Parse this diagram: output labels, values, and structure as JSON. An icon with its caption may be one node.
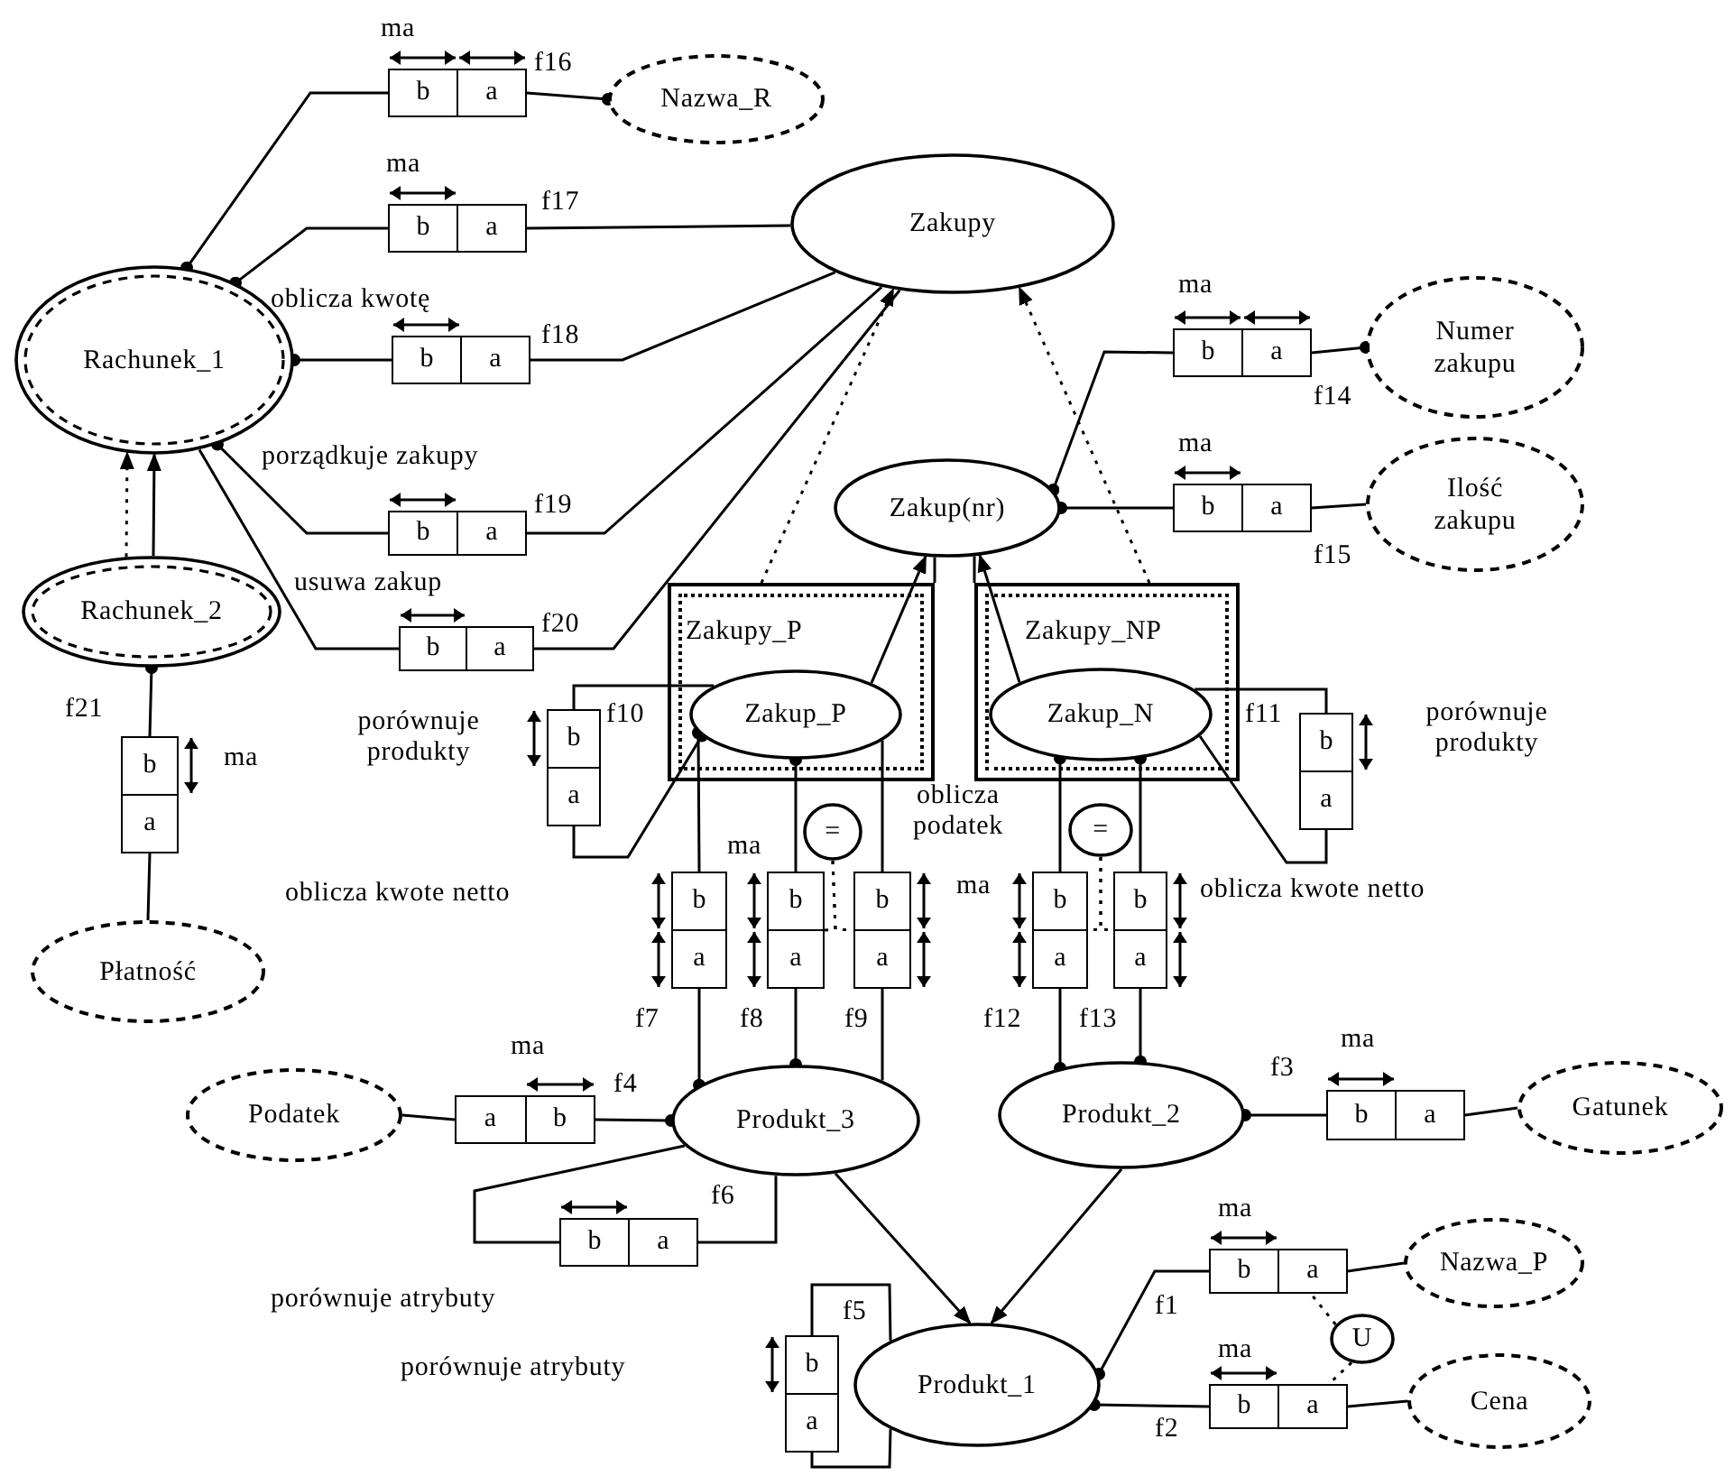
{
  "diagram": {
    "nodes": [
      {
        "text": [
          "Nazwa_R"
        ]
      },
      {
        "text": [
          "b",
          "a"
        ],
        "beside": [
          "ma",
          "f16"
        ]
      },
      {
        "text": [
          "Zakupy"
        ]
      },
      {
        "text": [
          "b",
          "a"
        ],
        "beside": [
          "ma",
          "f17"
        ]
      },
      {
        "text": [
          "Rachunek_1"
        ]
      },
      {
        "text": [
          "b",
          "a"
        ],
        "beside": [
          "f18"
        ]
      },
      {
        "text": [
          "b",
          "a"
        ],
        "beside": [
          "ma",
          "f14"
        ]
      },
      {
        "text": [
          "Numer zakupu"
        ]
      },
      {
        "text": [
          "b",
          "a"
        ],
        "beside": [
          "f19"
        ]
      },
      {
        "text": [
          "Zakup(nr)"
        ]
      },
      {
        "text": [
          "b",
          "a"
        ],
        "beside": [
          "ma",
          "f15"
        ]
      },
      {
        "text": [
          "Ilość zakupu"
        ]
      },
      {
        "text": [
          "b",
          "a"
        ],
        "beside": [
          "f20"
        ]
      },
      {
        "text": [
          "Rachunek_2"
        ]
      },
      {
        "text": [
          "Zakupy_P"
        ]
      },
      {
        "text": [
          "Zakup_P"
        ],
        "in": 14
      },
      {
        "text": [
          "Zakupy_NP"
        ]
      },
      {
        "text": [
          "Zakup_N"
        ],
        "in": 16
      },
      {
        "text": [
          "b",
          "a"
        ],
        "beside": [
          "f10"
        ]
      },
      {
        "text": [
          "b",
          "a"
        ],
        "beside": [
          "f11",
          "porównuje produkty"
        ]
      },
      {
        "text": [
          "b",
          "a"
        ],
        "beside": [
          "f21",
          "ma"
        ]
      },
      {
        "text": [
          "="
        ]
      },
      {
        "text": [
          "="
        ]
      },
      {
        "text": [
          "b",
          "a"
        ],
        "beside": [
          "f7"
        ]
      },
      {
        "text": [
          "b",
          "a"
        ],
        "beside": [
          "ma",
          "f8"
        ]
      },
      {
        "text": [
          "b",
          "a"
        ],
        "beside": [
          "oblicza podatek",
          "f9"
        ]
      },
      {
        "text": [
          "b",
          "a"
        ],
        "beside": [
          "ma",
          "f12"
        ]
      },
      {
        "text": [
          "b",
          "a"
        ],
        "beside": [
          "f13",
          "oblicza kwote netto"
        ]
      },
      {
        "text": [
          "Płatność"
        ]
      },
      {
        "text": [
          "Podatek"
        ]
      },
      {
        "text": [
          "a",
          "b"
        ],
        "beside": [
          "ma",
          "f4"
        ]
      },
      {
        "text": [
          "Produkt_3"
        ]
      },
      {
        "text": [
          "Produkt_2"
        ]
      },
      {
        "text": [
          "b",
          "a"
        ],
        "beside": [
          "f3",
          "ma"
        ]
      },
      {
        "text": [
          "Gatunek"
        ]
      },
      {
        "text": [
          "b",
          "a"
        ],
        "beside": [
          "f6",
          "porównuje atrybuty"
        ]
      },
      {
        "text": [
          "b",
          "a"
        ],
        "beside": [
          "ma",
          "f1"
        ]
      },
      {
        "text": [
          "U"
        ]
      },
      {
        "text": [
          "b",
          "a"
        ],
        "beside": [
          "f5"
        ]
      },
      {
        "text": [
          "Produkt_1"
        ]
      },
      {
        "text": [
          "b",
          "a"
        ],
        "beside": [
          "ma",
          "f2"
        ]
      },
      {
        "text": [
          "Nazwa_P"
        ]
      },
      {
        "text": [
          "Cena"
        ]
      }
    ],
    "edges": [
      {
        "from": 4,
        "to": 1,
        "arrow": "other"
      },
      {
        "from": 0,
        "to": 1,
        "arrow": "other"
      },
      {
        "from": 4,
        "to": 3,
        "arrow": "other"
      },
      {
        "from": 3,
        "to": 2,
        "arrow": "none"
      },
      {
        "from": 4,
        "to": 5,
        "arrow": "other"
      },
      {
        "from": 5,
        "to": 2,
        "arrow": "none"
      },
      {
        "from": 4,
        "to": 8,
        "arrow": "other"
      },
      {
        "from": 8,
        "to": 2,
        "arrow": "none"
      },
      {
        "from": 4,
        "to": 12,
        "arrow": "none"
      },
      {
        "from": 12,
        "to": 2,
        "arrow": "none"
      },
      {
        "from": 9,
        "to": 6,
        "arrow": "other"
      },
      {
        "from": 7,
        "to": 6,
        "arrow": "other"
      },
      {
        "from": 9,
        "to": 10,
        "arrow": "other"
      },
      {
        "from": 10,
        "to": 11,
        "arrow": "none"
      },
      {
        "from": 13,
        "to": 4,
        "arrow": "to"
      },
      {
        "from": 13,
        "to": 4,
        "arrow": "to",
        "style": "dashed"
      },
      {
        "from": 14,
        "to": 2,
        "arrow": "to",
        "style": "dashed"
      },
      {
        "from": 16,
        "to": 2,
        "arrow": "to",
        "style": "dashed"
      },
      {
        "from": 15,
        "to": 9,
        "arrow": "to"
      },
      {
        "from": 17,
        "to": 9,
        "arrow": "to"
      },
      {
        "from": 14,
        "to": 9,
        "arrow": "none"
      },
      {
        "from": 16,
        "to": 9,
        "arrow": "none"
      },
      {
        "from": 15,
        "to": 18,
        "arrow": "none"
      },
      {
        "from": 15,
        "to": 18,
        "arrow": "other"
      },
      {
        "from": 17,
        "to": 19,
        "arrow": "none"
      },
      {
        "from": 17,
        "to": 19,
        "arrow": "none"
      },
      {
        "from": 13,
        "to": 20,
        "arrow": "other"
      },
      {
        "from": 20,
        "to": 28,
        "arrow": "none"
      },
      {
        "from": 15,
        "to": 23,
        "arrow": "other"
      },
      {
        "from": 31,
        "to": 23,
        "arrow": "other"
      },
      {
        "from": 15,
        "to": 24,
        "arrow": "other"
      },
      {
        "from": 31,
        "to": 24,
        "arrow": "other"
      },
      {
        "from": 15,
        "to": 25,
        "arrow": "none"
      },
      {
        "from": 31,
        "to": 25,
        "arrow": "none"
      },
      {
        "from": 17,
        "to": 26,
        "arrow": "other"
      },
      {
        "from": 32,
        "to": 26,
        "arrow": "other"
      },
      {
        "from": 17,
        "to": 27,
        "arrow": "other"
      },
      {
        "from": 32,
        "to": 27,
        "arrow": "other"
      },
      {
        "from": 21,
        "to": 24,
        "arrow": "none",
        "style": "dashed"
      },
      {
        "from": 21,
        "to": 25,
        "arrow": "none",
        "style": "dashed"
      },
      {
        "from": 22,
        "to": 26,
        "arrow": "none",
        "style": "dashed"
      },
      {
        "from": 22,
        "to": 27,
        "arrow": "none",
        "style": "dashed"
      },
      {
        "from": 31,
        "to": 30,
        "arrow": "other"
      },
      {
        "from": 30,
        "to": 29,
        "arrow": "none"
      },
      {
        "from": 31,
        "to": 35,
        "arrow": "none"
      },
      {
        "from": 31,
        "to": 35,
        "arrow": "none"
      },
      {
        "from": 31,
        "to": 39,
        "arrow": "to"
      },
      {
        "from": 32,
        "to": 39,
        "arrow": "to"
      },
      {
        "from": 32,
        "to": 33,
        "arrow": "other"
      },
      {
        "from": 33,
        "to": 34,
        "arrow": "none"
      },
      {
        "from": 39,
        "to": 36,
        "arrow": "other"
      },
      {
        "from": 36,
        "to": 41,
        "arrow": "none"
      },
      {
        "from": 39,
        "to": 40,
        "arrow": "other"
      },
      {
        "from": 40,
        "to": 42,
        "arrow": "none"
      },
      {
        "from": 37,
        "to": 36,
        "arrow": "none",
        "style": "dashed"
      },
      {
        "from": 37,
        "to": 40,
        "arrow": "none",
        "style": "dashed"
      },
      {
        "from": 39,
        "to": 38,
        "arrow": "none"
      },
      {
        "from": 39,
        "to": 38,
        "arrow": "none"
      }
    ],
    "labels": [
      "oblicza kwotę",
      "porządkuje zakupy",
      "usuwa zakup",
      "porównuje produkty",
      "oblicza kwote netto",
      "porównuje atrybuty"
    ]
  }
}
